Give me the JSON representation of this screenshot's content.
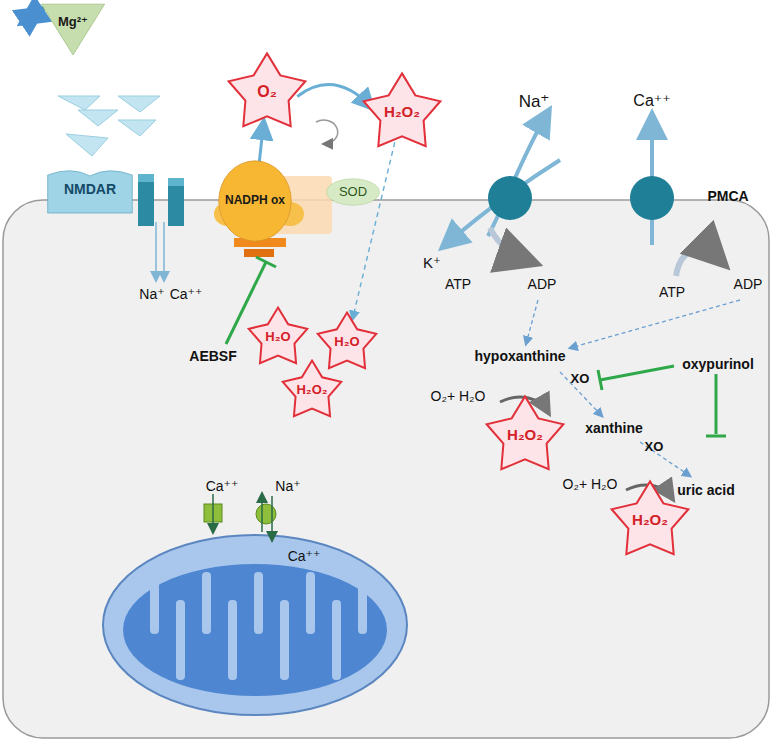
{
  "diagram": {
    "nodes": [
      {
        "text": [
          "Mg²⁺"
        ]
      },
      {
        "text": [
          "NMDAR"
        ]
      },
      {
        "text": [
          "O₂"
        ]
      },
      {
        "text": [
          "NADPH ox"
        ]
      },
      {
        "text": [
          "H₂O₂"
        ]
      },
      {
        "text": [
          "SOD"
        ]
      },
      {
        "text": [
          "H₂O"
        ]
      },
      {
        "text": [
          "H₂O"
        ]
      },
      {
        "text": [
          "H₂O₂"
        ]
      },
      {
        "text": [
          "H₂O₂"
        ]
      },
      {
        "text": [
          "H₂O₂"
        ]
      }
    ],
    "edges": [
      {
        "from": 3,
        "to": 2,
        "arrow": "to"
      },
      {
        "from": 2,
        "to": 4,
        "arrow": "to"
      },
      {
        "from": 4,
        "to": 7,
        "arrow": "to"
      }
    ],
    "labels": [
      "Na⁺",
      "Ca⁺⁺",
      "AEBSF",
      "Na⁺",
      "K⁺",
      "ATP",
      "ADP",
      "Ca⁺⁺",
      "PMCA",
      "ATP",
      "ADP",
      "hypoxanthine",
      "XO",
      "oxypurinol",
      "O₂+ H₂O",
      "xanthine",
      "XO",
      "O₂+ H₂O",
      "uric acid",
      "Ca⁺⁺",
      "Na⁺",
      "Ca⁺⁺"
    ]
  }
}
